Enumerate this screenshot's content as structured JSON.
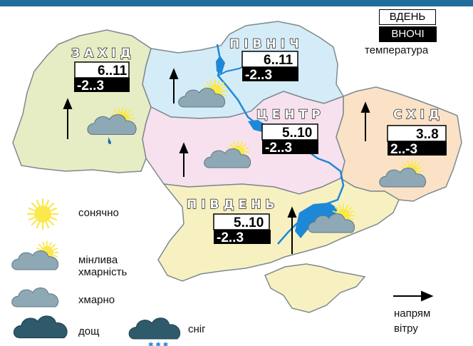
{
  "key": {
    "day_label": "ВДЕНЬ",
    "night_label": "ВНОЧІ",
    "caption": "температура"
  },
  "regions": [
    {
      "id": "west",
      "label": "ЗАХІД",
      "day_temp": "6..11",
      "night_temp": "-2..3",
      "weather_icon": "cloudy-rain-icon",
      "wind": "north",
      "fill": "#e6edc4"
    },
    {
      "id": "north",
      "label": "ПІВНІЧ",
      "day_temp": "6..11",
      "night_temp": "-2..3",
      "weather_icon": "partly-cloudy-icon",
      "wind": "north",
      "fill": "#d4ecf8"
    },
    {
      "id": "center",
      "label": "ЦЕНТР",
      "day_temp": "5..10",
      "night_temp": "-2..3",
      "weather_icon": "partly-cloudy-icon",
      "wind": "north",
      "fill": "#f7e1ee"
    },
    {
      "id": "east",
      "label": "СХІД",
      "day_temp": "3..8",
      "night_temp": "2..-3",
      "weather_icon": "partly-cloudy-icon",
      "wind": "north",
      "fill": "#fbe2c6"
    },
    {
      "id": "south",
      "label": "ПІВДЕНЬ",
      "day_temp": "5..10",
      "night_temp": "-2..3",
      "weather_icon": "partly-cloudy-icon",
      "wind": "north",
      "fill": "#f7f1c2"
    }
  ],
  "legend": {
    "sunny": "сонячно",
    "partly_cloudy_line1": "мінлива",
    "partly_cloudy_line2": "хмарність",
    "cloudy": "хмарно",
    "rain": "дощ",
    "snow": "сніг",
    "wind_line1": "напрям",
    "wind_line2": "вітру"
  },
  "colors": {
    "water": "#1e88d8",
    "sun": "#fbe84a",
    "cloud": "#8fa8b6",
    "dark_cloud": "#2f5a6b",
    "header": "#1f6d9a"
  }
}
